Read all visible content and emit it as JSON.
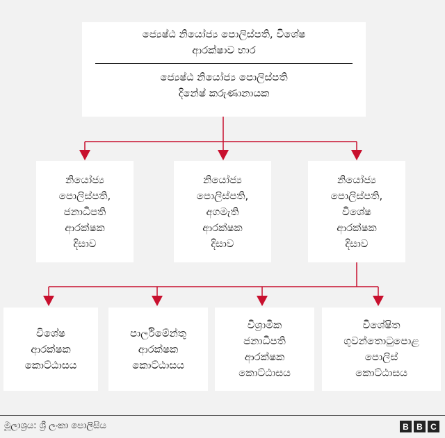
{
  "colors": {
    "background": "#f2f2f2",
    "box": "#ffffff",
    "connector": "#c8102e",
    "text": "#222222"
  },
  "top": {
    "role_lines": [
      "ජ්‍යෙෂ්ඨ නියෝජ්‍ය පොලිස්පති, විශේෂ",
      "ආරක්ෂාව භාර"
    ],
    "name_lines": [
      "ජ්‍යෙෂ්ඨ නියෝජ්‍ය පොලිස්පති",
      "දිනේෂ් කරුණානායක"
    ]
  },
  "level2": [
    {
      "lines": [
        "නියෝජ්‍ය",
        "පොලිස්පති,",
        "ජනාධිපති",
        "ආරක්ෂක",
        "දිසාව"
      ]
    },
    {
      "lines": [
        "නියෝජ්‍ය",
        "පොලිස්පති,",
        "අගමැති",
        "ආරක්ෂක",
        "දිසාව"
      ]
    },
    {
      "lines": [
        "නියෝජ්‍ය",
        "පොලිස්පති,",
        "විශේෂ",
        "ආරක්ෂක",
        "දිසාව"
      ]
    }
  ],
  "level3": [
    {
      "lines": [
        "විශේෂ",
        "ආරක්ෂක",
        "කොට්ඨාසය"
      ]
    },
    {
      "lines": [
        "පාර්ලිමේන්තු",
        "ආරක්ෂක",
        "කොට්ඨාසය"
      ]
    },
    {
      "lines": [
        "විශ්‍රාමික",
        "ජනාධිපති",
        "ආරක්ෂක",
        "කොට්ඨාසය"
      ]
    },
    {
      "lines": [
        "විශේෂිත",
        "ගුවන්තොටුපොළ",
        "පොලිස්",
        "කොට්ඨාසය"
      ]
    }
  ],
  "footer": {
    "source": "මූලාශ්‍රය: ශ්‍රී ලංකා පොලිසිය",
    "logo_letters": [
      "B",
      "B",
      "C"
    ]
  }
}
